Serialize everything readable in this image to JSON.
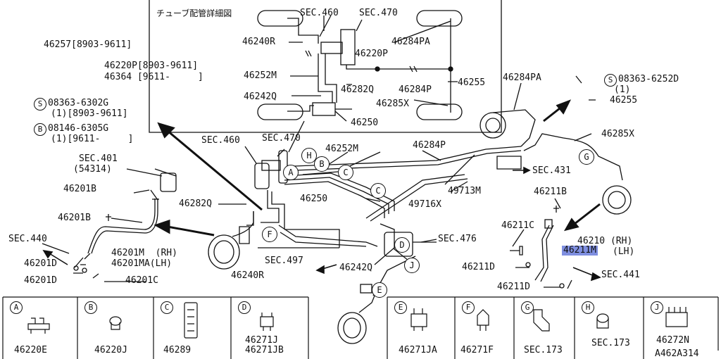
{
  "inset": {
    "title": "チューブ配管詳細図",
    "labels": {
      "sec460": "SEC.460",
      "sec470": "SEC.470",
      "p46240r": "46240R",
      "p46220p": "46220P",
      "p46284pa": "46284PA",
      "p46252m": "46252M",
      "p46282q": "46282Q",
      "p46284p": "46284P",
      "p46255": "46255",
      "p46242q": "46242Q",
      "p46285x": "46285X",
      "p46250": "46250"
    }
  },
  "main": {
    "top_left": {
      "l1": "46257[8903-9611]",
      "l2": "46220P[8903-9611]",
      "l3": "46364 [9611-     ]",
      "s_code": "S",
      "l4": "08363-6302G",
      "l5": "(1)[8903-9611]",
      "b_code": "B",
      "l6": "08146-6305G",
      "l7": "(1)[9611-     ]"
    },
    "left": {
      "sec401": "SEC.401",
      "sec401_sub": "(54314)",
      "p46201b_a": "46201B",
      "p46201b_b": "46201B",
      "sec440": "SEC.440",
      "p46201m": "46201M  (RH)",
      "p46201ma": "46201MA(LH)",
      "p46201d_a": "46201D",
      "p46201d_b": "46201D",
      "p46201c": "46201C"
    },
    "center": {
      "sec460": "SEC.460",
      "sec470": "SEC.470",
      "p46282q": "46282Q",
      "p46252m": "46252M",
      "p46250": "46250",
      "p46284p": "46284P",
      "p49713m": "49713M",
      "p49716x": "49716X",
      "sec431": "SEC.431",
      "sec476": "SEC.476",
      "sec497": "SEC.497",
      "p46240r": "46240R",
      "p46242q": "46242Q"
    },
    "right": {
      "p46284pa": "46284PA",
      "s_code": "S",
      "s_part": "08363-6252D",
      "s_qty": "(1)",
      "p46255": "46255",
      "p46285x": "46285X",
      "p46211b": "46211B",
      "p46211c": "46211C",
      "p46210": "46210 (RH)",
      "p46211m": "46211M",
      "p46211m_side": "(LH)",
      "p46211d_a": "46211D",
      "p46211d_b": "46211D",
      "sec441": "SEC.441"
    },
    "callouts": [
      "A",
      "B",
      "C",
      "C",
      "D",
      "E",
      "F",
      "G",
      "H",
      "J"
    ]
  },
  "legend": {
    "left_group": [
      {
        "letter": "A",
        "part": "46220E"
      },
      {
        "letter": "B",
        "part": "46220J"
      },
      {
        "letter": "C",
        "part": "46289"
      },
      {
        "letter": "D",
        "part": "46271J",
        "part2": "46271JB"
      }
    ],
    "right_group": [
      {
        "letter": "E",
        "part": "46271JA"
      },
      {
        "letter": "F",
        "part": "46271F"
      },
      {
        "letter": "G",
        "part": "SEC.173"
      },
      {
        "letter": "H",
        "part": "SEC.173"
      },
      {
        "letter": "J",
        "part": "46272N"
      }
    ],
    "figure_code": "A462A314"
  },
  "colors": {
    "highlight": "#7f8fe0",
    "line": "#111111"
  }
}
